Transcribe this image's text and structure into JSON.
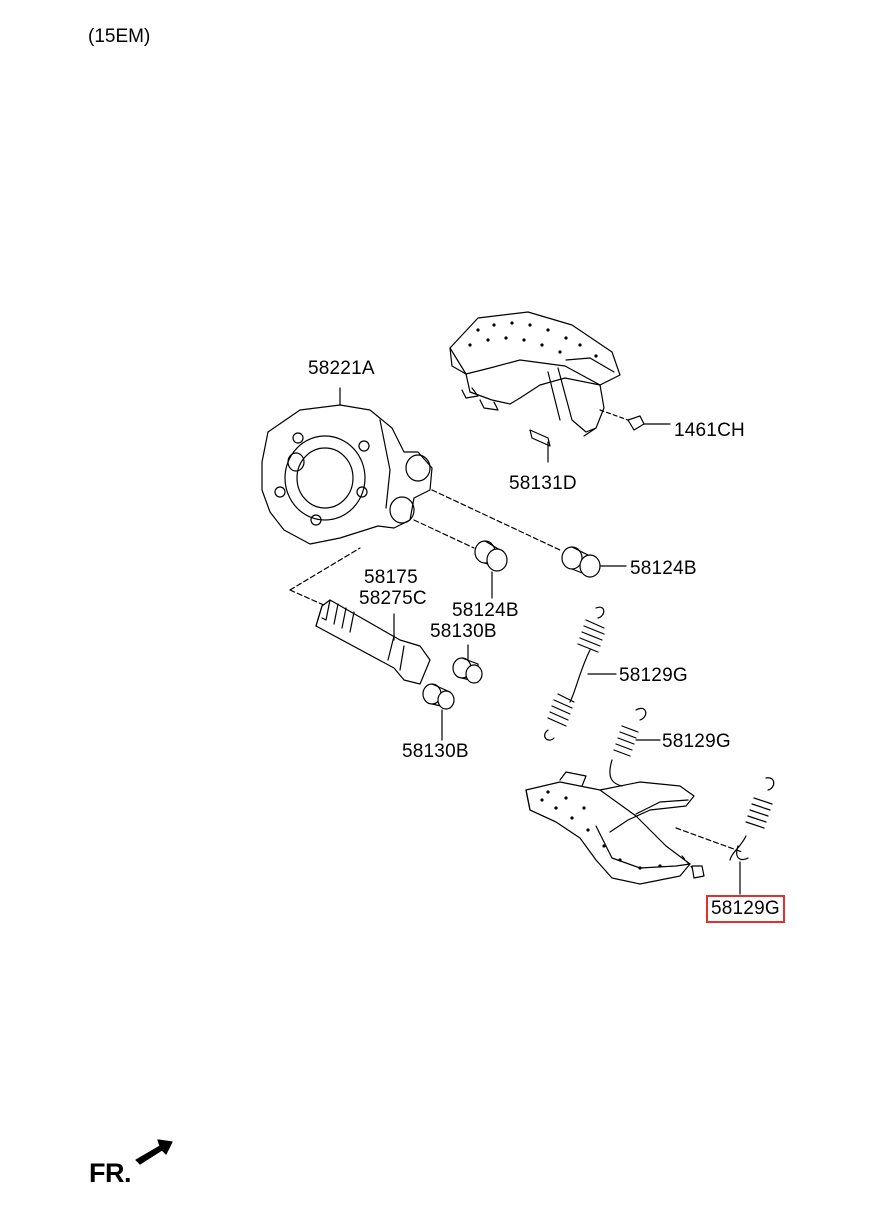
{
  "header": {
    "model_code": "(15EM)"
  },
  "labels": {
    "p58221A": "58221A",
    "p1461CH": "1461CH",
    "p58131D": "58131D",
    "p58124B_right": "58124B",
    "p58175": "58175",
    "p58275C": "58275C",
    "p58124B_mid": "58124B",
    "p58130B_upper": "58130B",
    "p58130B_lower": "58130B",
    "p58129G_upper": "58129G",
    "p58129G_mid": "58129G",
    "p58129G_highlighted": "58129G"
  },
  "highlight_color": "#e0312f",
  "footer": {
    "direction_label": "FR."
  }
}
